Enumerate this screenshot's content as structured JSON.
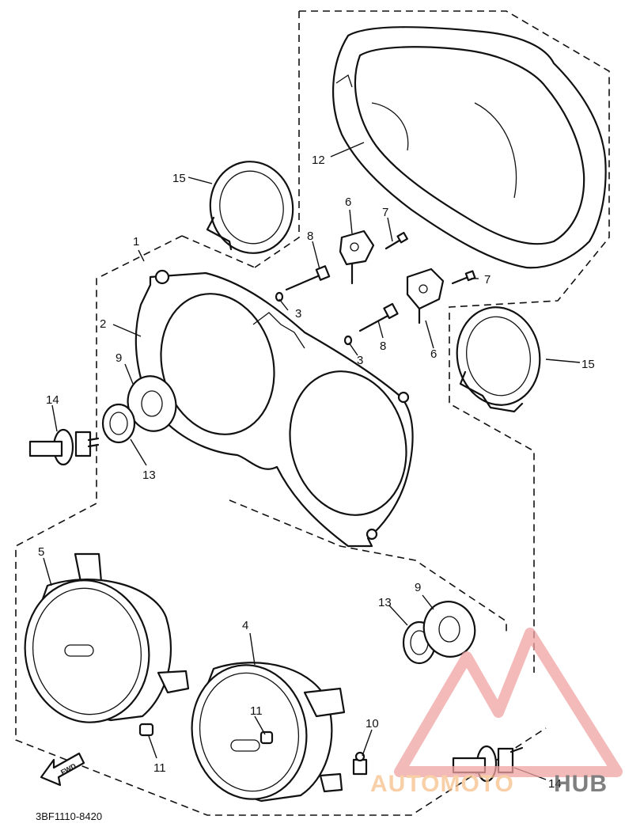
{
  "diagram_code": "3BF1110-8420",
  "fwd_label": "FWD",
  "watermark": {
    "left": "AUTOMOTO",
    "right": "HUB",
    "colors": {
      "accent": "#f0a3a3",
      "left_text": "#f6c08a",
      "right_text": "#555555"
    }
  },
  "callouts": {
    "c1": "1",
    "c2": "2",
    "c3a": "3",
    "c3b": "3",
    "c4": "4",
    "c5": "5",
    "c6a": "6",
    "c6b": "6",
    "c7a": "7",
    "c7b": "7",
    "c8a": "8",
    "c8b": "8",
    "c9a": "9",
    "c9b": "9",
    "c10": "10",
    "c11a": "11",
    "c11b": "11",
    "c12": "12",
    "c13a": "13",
    "c13b": "13",
    "c14a": "14",
    "c14b": "14",
    "c15a": "15",
    "c15b": "15"
  }
}
